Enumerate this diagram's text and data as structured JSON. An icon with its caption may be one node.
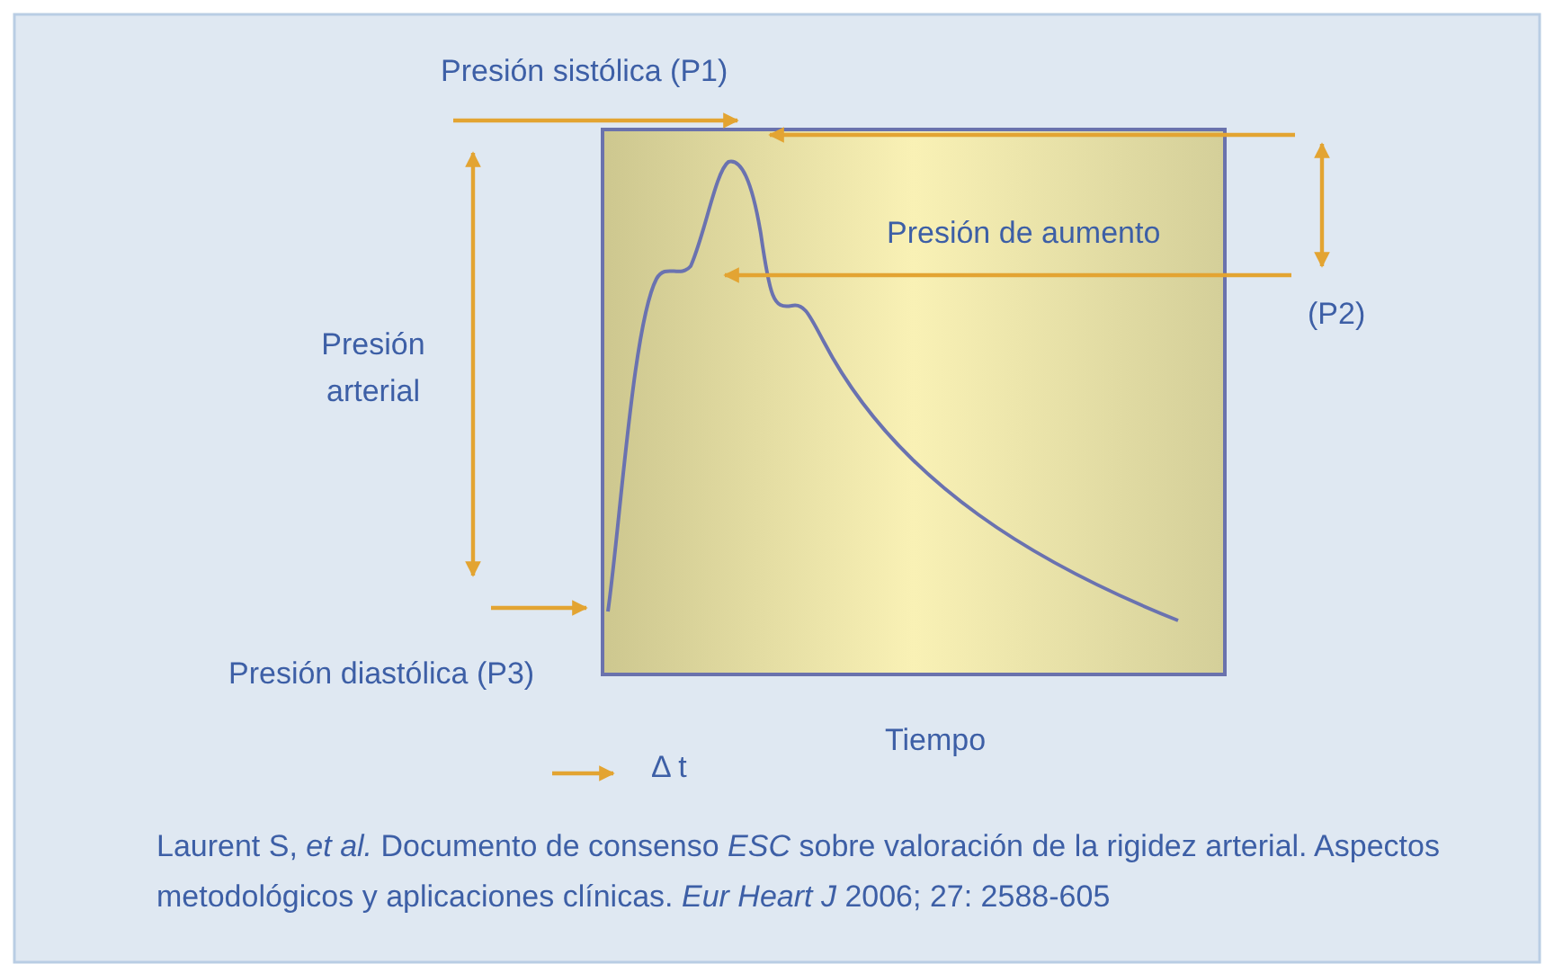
{
  "diagram": {
    "caption": "Laurent S, *et al.* Documento de consenso *ESC* sobre valoración de la rigidez arterial. Aspectos metodológicos y aplicaciones clínicas. *Eur Heart J* 2006; 27: 2588-605",
    "labels": [
      "Presión sistólica (P1)",
      "Presión de aumento",
      "(P2)",
      "Presión arterial",
      "Presión diastólica (P3)",
      "Tiempo",
      "Δ t"
    ]
  }
}
